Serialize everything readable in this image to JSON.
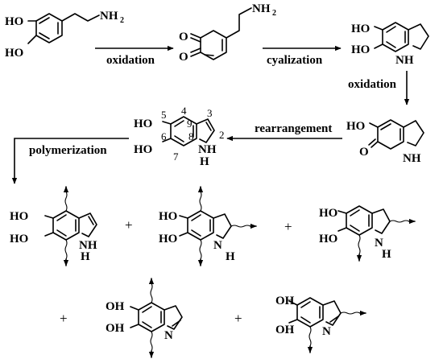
{
  "atoms": {
    "ho": "HO",
    "oh": "OH",
    "nh2": "NH",
    "nh2_sub": "2",
    "nh": "NH",
    "n": "N",
    "h": "H",
    "o": "O"
  },
  "arrows": {
    "oxidation_1": "oxidation",
    "cyclization": "cyalization",
    "oxidation_2": "oxidation",
    "rearrangement": "rearrangement",
    "polymerization": "polymerization"
  },
  "numbering": {
    "n2": "2",
    "n3": "3",
    "n4": "4",
    "n5": "5",
    "n6": "6",
    "n7": "7",
    "n8": "8",
    "n9": "9"
  },
  "plus": "+"
}
